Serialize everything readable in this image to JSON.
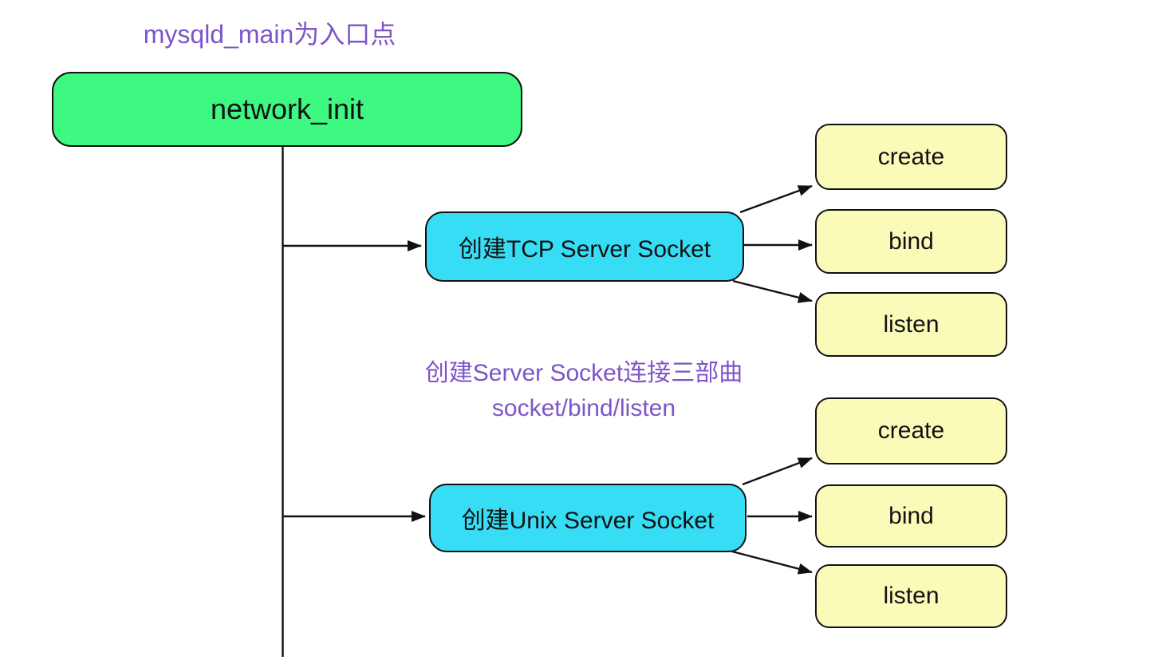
{
  "diagram": {
    "annotations": {
      "entry_point_note": "mysqld_main为入口点",
      "three_steps_note_line1": "创建Server Socket连接三部曲",
      "three_steps_note_line2": "socket/bind/listen"
    },
    "nodes": {
      "network_init": "network_init",
      "tcp_socket": "创建TCP Server Socket",
      "unix_socket": "创建Unix Server Socket",
      "tcp_create": "create",
      "tcp_bind": "bind",
      "tcp_listen": "listen",
      "unix_create": "create",
      "unix_bind": "bind",
      "unix_listen": "listen"
    },
    "colors": {
      "root_fill": "#3DF881",
      "socket_fill": "#37DDF5",
      "step_fill": "#FAFAB9",
      "annotation_text": "#7D55C8",
      "node_border": "#111111",
      "connector": "#111111",
      "background": "#FFFFFF"
    }
  }
}
